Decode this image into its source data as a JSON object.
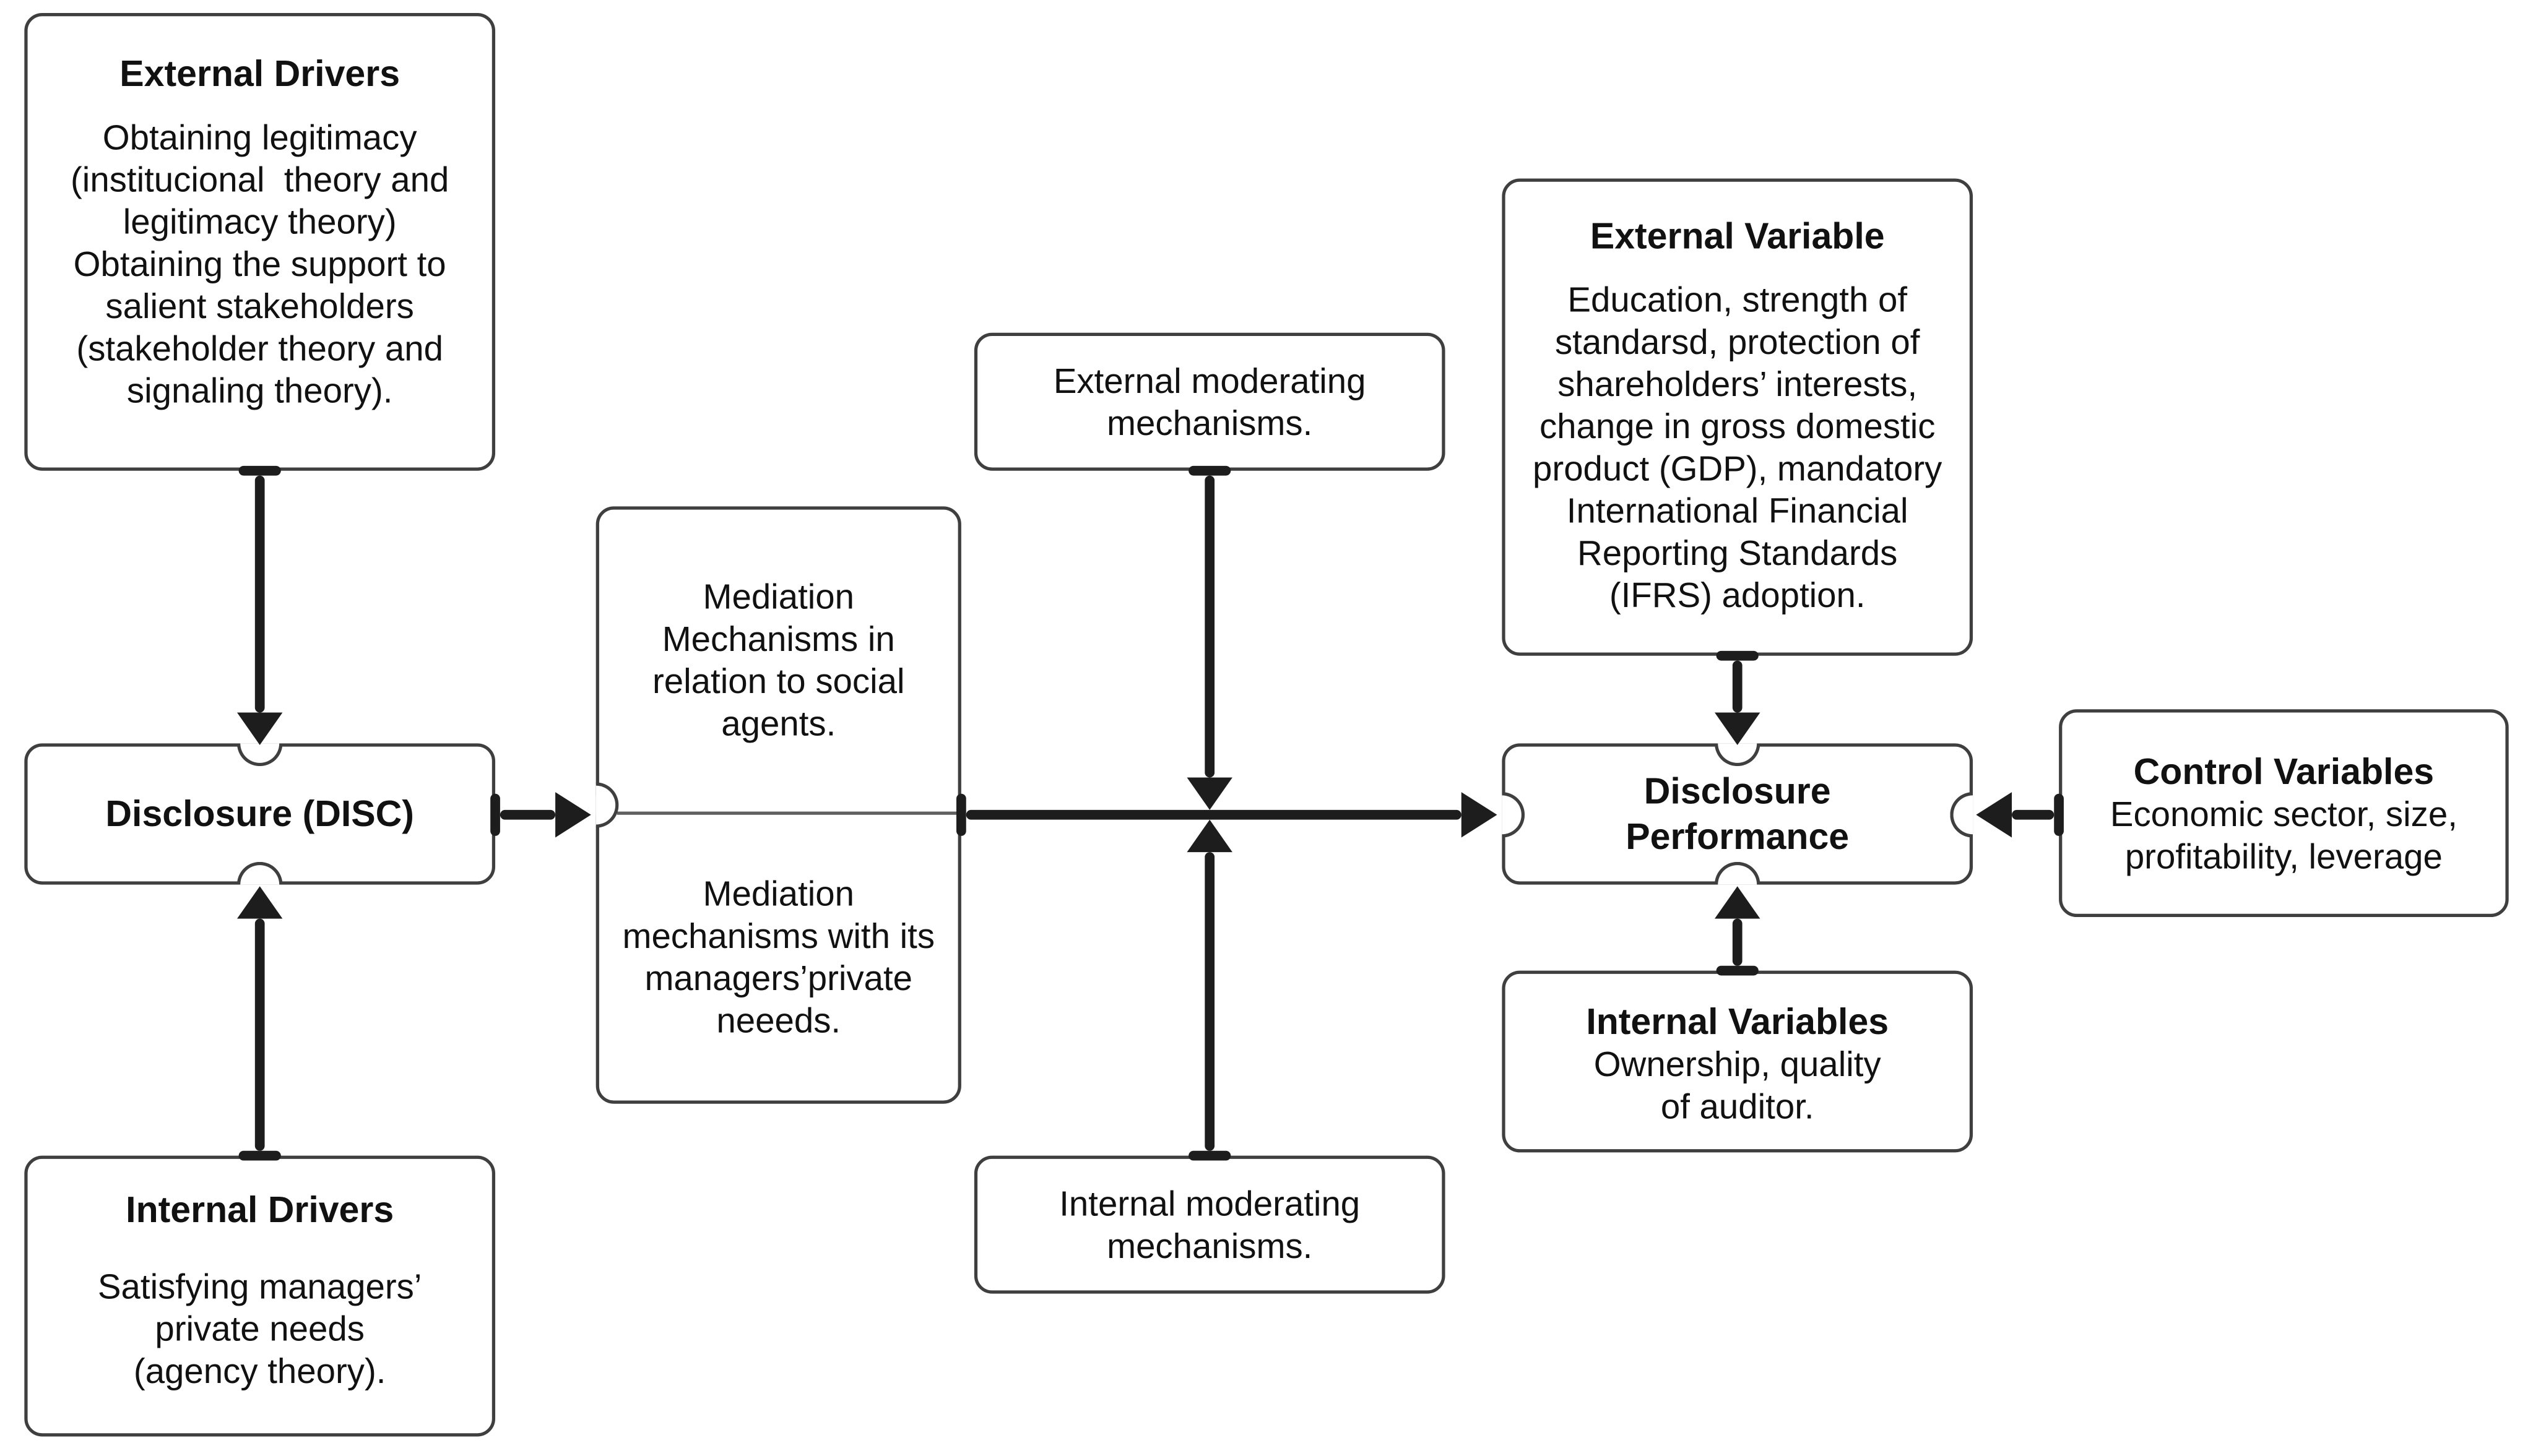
{
  "diagram": {
    "colors": {
      "line": "#1d1d1d",
      "box_border": "#3f3f3f",
      "text": "#111111",
      "divider": "#606060",
      "background": "#ffffff"
    },
    "boxes": {
      "external_drivers": {
        "title": "External Drivers",
        "body": "Obtaining legitimacy\n(institucional  theory and\nlegitimacy theory)\nObtaining the support to\nsalient stakeholders\n(stakeholder theory and\nsignaling theory)."
      },
      "disclosure": {
        "title": "Disclosure (DISC)"
      },
      "internal_drivers": {
        "title": "Internal Drivers",
        "body": "Satisfying managers’\nprivate needs\n(agency theory)."
      },
      "mediation": {
        "top_text": "Mediation\nMechanisms in\nrelation to social\nagents.",
        "bottom_text": "Mediation\nmechanisms with its\nmanagers’private\nneeeds."
      },
      "external_moderating": {
        "body": "External moderating\nmechanisms."
      },
      "internal_moderating": {
        "body": "Internal moderating\nmechanisms."
      },
      "disclosure_performance": {
        "title": "Disclosure\nPerformance"
      },
      "external_variable": {
        "title": "External Variable",
        "body": "Education, strength of\nstandarsd, protection of\nshareholders’ interests,\nchange in gross domestic\nproduct (GDP), mandatory\nInternational Financial\nReporting Standards\n(IFRS) adoption."
      },
      "internal_variables": {
        "title": "Internal Variables",
        "body": "Ownership, quality\nof auditor."
      },
      "control_variables": {
        "title": "Control Variables",
        "body": "Economic sector, size,\nprofitability, leverage"
      }
    }
  }
}
